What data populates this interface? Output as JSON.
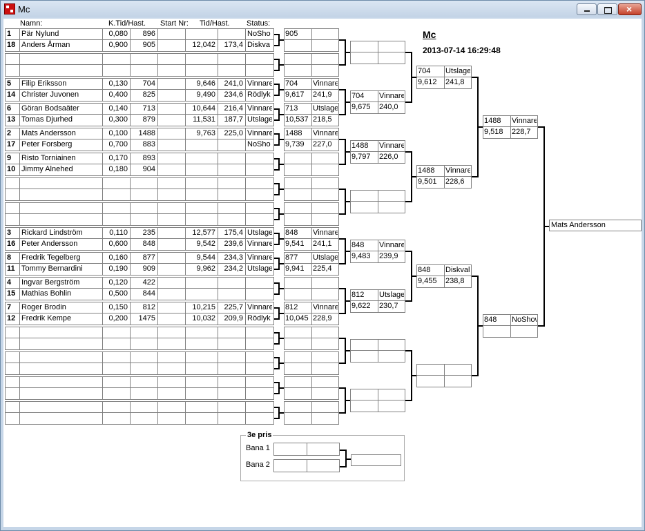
{
  "window": {
    "title": "Mc"
  },
  "headers": {
    "name": "Namn:",
    "ktid": "K.Tid/Hast.",
    "start": "Start Nr:",
    "tid": "Tid/Hast.",
    "status": "Status:"
  },
  "event": {
    "title": "Mc",
    "datetime": "2013-07-14 16:29:48"
  },
  "pairs": [
    {
      "a": {
        "seed": "1",
        "name": "Pär Nylund",
        "ktid": "0,080",
        "start": "896",
        "tid": "",
        "hast": "",
        "status": "NoSho"
      },
      "b": {
        "seed": "18",
        "name": "Anders Årman",
        "ktid": "0,900",
        "start": "905",
        "tid": "12,042",
        "hast": "173,4",
        "status": "Diskva"
      }
    },
    {
      "a": {
        "seed": "",
        "name": "",
        "ktid": "",
        "start": "",
        "tid": "",
        "hast": "",
        "status": ""
      },
      "b": {
        "seed": "",
        "name": "",
        "ktid": "",
        "start": "",
        "tid": "",
        "hast": "",
        "status": ""
      }
    },
    {
      "a": {
        "seed": "5",
        "name": "Filip Eriksson",
        "ktid": "0,130",
        "start": "704",
        "tid": "9,646",
        "hast": "241,0",
        "status": "Vinnare"
      },
      "b": {
        "seed": "14",
        "name": "Christer Juvonen",
        "ktid": "0,400",
        "start": "825",
        "tid": "9,490",
        "hast": "234,6",
        "status": "Rödlyk"
      }
    },
    {
      "a": {
        "seed": "6",
        "name": "Göran Bodsaäter",
        "ktid": "0,140",
        "start": "713",
        "tid": "10,644",
        "hast": "216,4",
        "status": "Vinnare"
      },
      "b": {
        "seed": "13",
        "name": "Tomas Djurhed",
        "ktid": "0,300",
        "start": "879",
        "tid": "11,531",
        "hast": "187,7",
        "status": "Utslage"
      }
    },
    {
      "a": {
        "seed": "2",
        "name": "Mats Andersson",
        "ktid": "0,100",
        "start": "1488",
        "tid": "9,763",
        "hast": "225,0",
        "status": "Vinnare"
      },
      "b": {
        "seed": "17",
        "name": "Peter Forsberg",
        "ktid": "0,700",
        "start": "883",
        "tid": "",
        "hast": "",
        "status": "NoSho"
      }
    },
    {
      "a": {
        "seed": "9",
        "name": "Risto Torniainen",
        "ktid": "0,170",
        "start": "893",
        "tid": "",
        "hast": "",
        "status": ""
      },
      "b": {
        "seed": "10",
        "name": "Jimmy Alnehed",
        "ktid": "0,180",
        "start": "904",
        "tid": "",
        "hast": "",
        "status": ""
      }
    },
    {
      "a": {
        "seed": "",
        "name": "",
        "ktid": "",
        "start": "",
        "tid": "",
        "hast": "",
        "status": ""
      },
      "b": {
        "seed": "",
        "name": "",
        "ktid": "",
        "start": "",
        "tid": "",
        "hast": "",
        "status": ""
      }
    },
    {
      "a": {
        "seed": "",
        "name": "",
        "ktid": "",
        "start": "",
        "tid": "",
        "hast": "",
        "status": ""
      },
      "b": {
        "seed": "",
        "name": "",
        "ktid": "",
        "start": "",
        "tid": "",
        "hast": "",
        "status": ""
      }
    },
    {
      "a": {
        "seed": "3",
        "name": "Rickard Lindström",
        "ktid": "0,110",
        "start": "235",
        "tid": "12,577",
        "hast": "175,4",
        "status": "Utslage"
      },
      "b": {
        "seed": "16",
        "name": "Peter Andersson",
        "ktid": "0,600",
        "start": "848",
        "tid": "9,542",
        "hast": "239,6",
        "status": "Vinnare"
      }
    },
    {
      "a": {
        "seed": "8",
        "name": "Fredrik Tegelberg",
        "ktid": "0,160",
        "start": "877",
        "tid": "9,544",
        "hast": "234,3",
        "status": "Vinnare"
      },
      "b": {
        "seed": "11",
        "name": "Tommy Bernardini",
        "ktid": "0,190",
        "start": "909",
        "tid": "9,962",
        "hast": "234,2",
        "status": "Utslage"
      }
    },
    {
      "a": {
        "seed": "4",
        "name": "Ingvar Bergström",
        "ktid": "0,120",
        "start": "422",
        "tid": "",
        "hast": "",
        "status": ""
      },
      "b": {
        "seed": "15",
        "name": "Mathias Bohlin",
        "ktid": "0,500",
        "start": "844",
        "tid": "",
        "hast": "",
        "status": ""
      }
    },
    {
      "a": {
        "seed": "7",
        "name": "Roger Brodin",
        "ktid": "0,150",
        "start": "812",
        "tid": "10,215",
        "hast": "225,7",
        "status": "Vinnare"
      },
      "b": {
        "seed": "12",
        "name": "Fredrik Kempe",
        "ktid": "0,200",
        "start": "1475",
        "tid": "10,032",
        "hast": "209,9",
        "status": "Rödlyk"
      }
    },
    {
      "a": {
        "seed": "",
        "name": "",
        "ktid": "",
        "start": "",
        "tid": "",
        "hast": "",
        "status": ""
      },
      "b": {
        "seed": "",
        "name": "",
        "ktid": "",
        "start": "",
        "tid": "",
        "hast": "",
        "status": ""
      }
    },
    {
      "a": {
        "seed": "",
        "name": "",
        "ktid": "",
        "start": "",
        "tid": "",
        "hast": "",
        "status": ""
      },
      "b": {
        "seed": "",
        "name": "",
        "ktid": "",
        "start": "",
        "tid": "",
        "hast": "",
        "status": ""
      }
    },
    {
      "a": {
        "seed": "",
        "name": "",
        "ktid": "",
        "start": "",
        "tid": "",
        "hast": "",
        "status": ""
      },
      "b": {
        "seed": "",
        "name": "",
        "ktid": "",
        "start": "",
        "tid": "",
        "hast": "",
        "status": ""
      }
    },
    {
      "a": {
        "seed": "",
        "name": "",
        "ktid": "",
        "start": "",
        "tid": "",
        "hast": "",
        "status": ""
      },
      "b": {
        "seed": "",
        "name": "",
        "ktid": "",
        "start": "",
        "tid": "",
        "hast": "",
        "status": ""
      }
    }
  ],
  "round2": [
    {
      "start": "905",
      "status": "",
      "time": "",
      "speed": ""
    },
    {
      "start": "",
      "status": "",
      "time": "",
      "speed": ""
    },
    {
      "start": "704",
      "status": "Vinnare",
      "time": "9,617",
      "speed": "241,9"
    },
    {
      "start": "713",
      "status": "Utslagen",
      "time": "10,537",
      "speed": "218,5"
    },
    {
      "start": "1488",
      "status": "Vinnare",
      "time": "9,739",
      "speed": "227,0"
    },
    {
      "start": "",
      "status": "",
      "time": "",
      "speed": ""
    },
    {
      "start": "",
      "status": "",
      "time": "",
      "speed": ""
    },
    {
      "start": "",
      "status": "",
      "time": "",
      "speed": ""
    },
    {
      "start": "848",
      "status": "Vinnare",
      "time": "9,541",
      "speed": "241,1"
    },
    {
      "start": "877",
      "status": "Utslagen",
      "time": "9,941",
      "speed": "225,4"
    },
    {
      "start": "",
      "status": "",
      "time": "",
      "speed": ""
    },
    {
      "start": "812",
      "status": "Vinnare",
      "time": "10,045",
      "speed": "228,9"
    },
    {
      "start": "",
      "status": "",
      "time": "",
      "speed": ""
    },
    {
      "start": "",
      "status": "",
      "time": "",
      "speed": ""
    },
    {
      "start": "",
      "status": "",
      "time": "",
      "speed": ""
    },
    {
      "start": "",
      "status": "",
      "time": "",
      "speed": ""
    }
  ],
  "round3": [
    {
      "start": "",
      "status": "",
      "time": "",
      "speed": ""
    },
    {
      "start": "704",
      "status": "Vinnare",
      "time": "9,675",
      "speed": "240,0"
    },
    {
      "start": "1488",
      "status": "Vinnare",
      "time": "9,797",
      "speed": "226,0"
    },
    {
      "start": "",
      "status": "",
      "time": "",
      "speed": ""
    },
    {
      "start": "848",
      "status": "Vinnare",
      "time": "9,483",
      "speed": "239,9"
    },
    {
      "start": "812",
      "status": "Utslagen",
      "time": "9,622",
      "speed": "230,7"
    },
    {
      "start": "",
      "status": "",
      "time": "",
      "speed": ""
    },
    {
      "start": "",
      "status": "",
      "time": "",
      "speed": ""
    }
  ],
  "round4": [
    {
      "start": "704",
      "status": "Utslagen",
      "time": "9,612",
      "speed": "241,8"
    },
    {
      "start": "1488",
      "status": "Vinnare",
      "time": "9,501",
      "speed": "228,6"
    },
    {
      "start": "848",
      "status": "Diskvalif",
      "time": "9,455",
      "speed": "238,8"
    },
    {
      "start": "",
      "status": "",
      "time": "",
      "speed": ""
    }
  ],
  "round5": [
    {
      "start": "1488",
      "status": "Vinnare",
      "time": "9,518",
      "speed": "228,7"
    },
    {
      "start": "848",
      "status": "NoShow",
      "time": "",
      "speed": ""
    }
  ],
  "winner": "Mats Andersson",
  "third": {
    "title": "3e pris",
    "lane1": "Bana 1",
    "lane2": "Bana 2"
  }
}
